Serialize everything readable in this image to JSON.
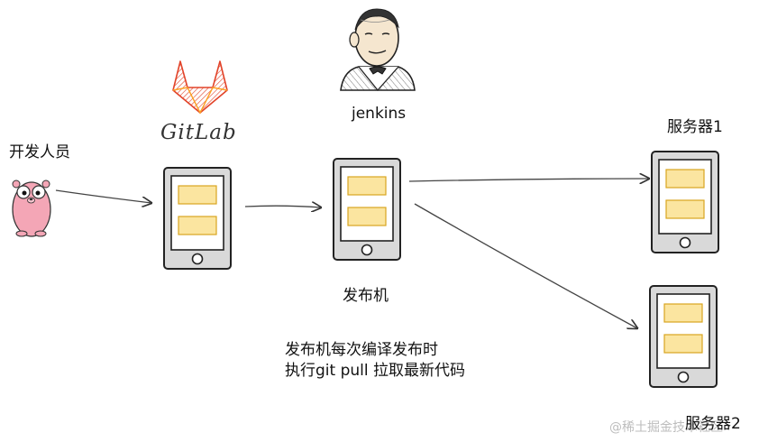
{
  "labels": {
    "developer": "开发人员",
    "gitlab": "GitLab",
    "jenkins": "jenkins",
    "publisher": "发布机",
    "server1": "服务器1",
    "server2": "服务器2"
  },
  "note": {
    "line1": "发布机每次编译发布时",
    "line2": "执行git pull 拉取最新代码"
  },
  "watermark": "@稀土掘金技术社区",
  "colors": {
    "gitlab_orange": "#e24329",
    "gitlab_light": "#fca326",
    "panel_fill": "#fbe5a0",
    "panel_stroke": "#d9a520",
    "gopher_pink": "#f4a6b6",
    "device_stroke": "#222222",
    "device_screen": "#d9d9d9"
  },
  "icons": [
    "gopher-icon",
    "gitlab-logo-icon",
    "jenkins-butler-icon",
    "device-icon"
  ]
}
